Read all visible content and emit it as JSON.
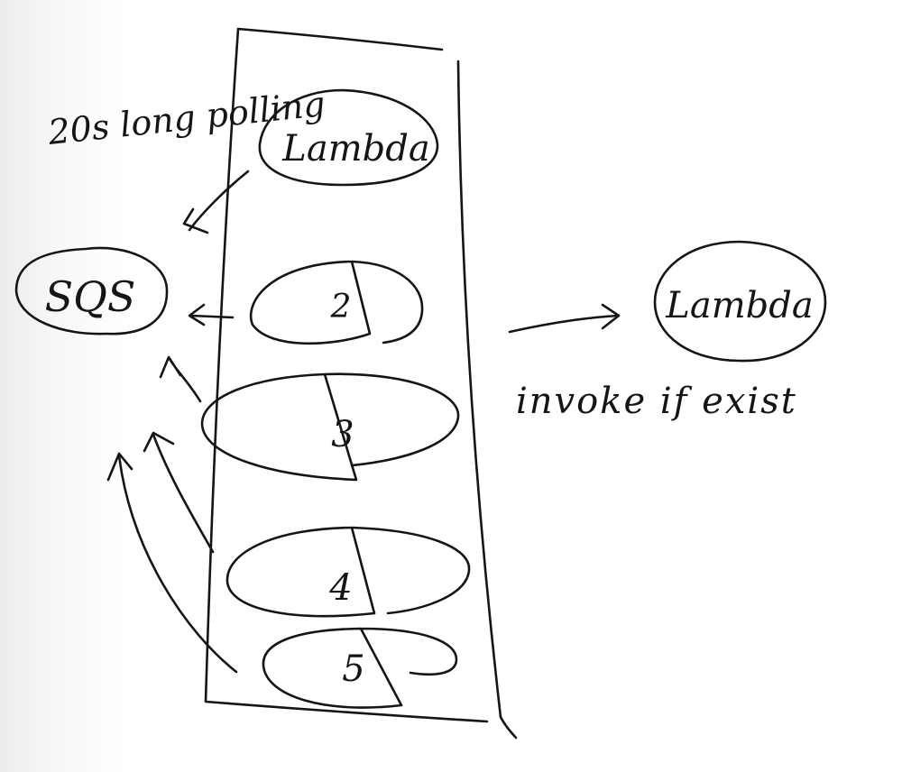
{
  "annotations": {
    "polling": "20s long polling",
    "invoke": "invoke if exist"
  },
  "nodes": {
    "sqs": "SQS",
    "lambda_in_list": "Lambda",
    "lambda_right": "Lambda",
    "item_2": "2",
    "item_3": "3",
    "item_4": "4",
    "item_5": "5"
  },
  "colors": {
    "ink": "#151515",
    "paper": "#ffffff"
  }
}
